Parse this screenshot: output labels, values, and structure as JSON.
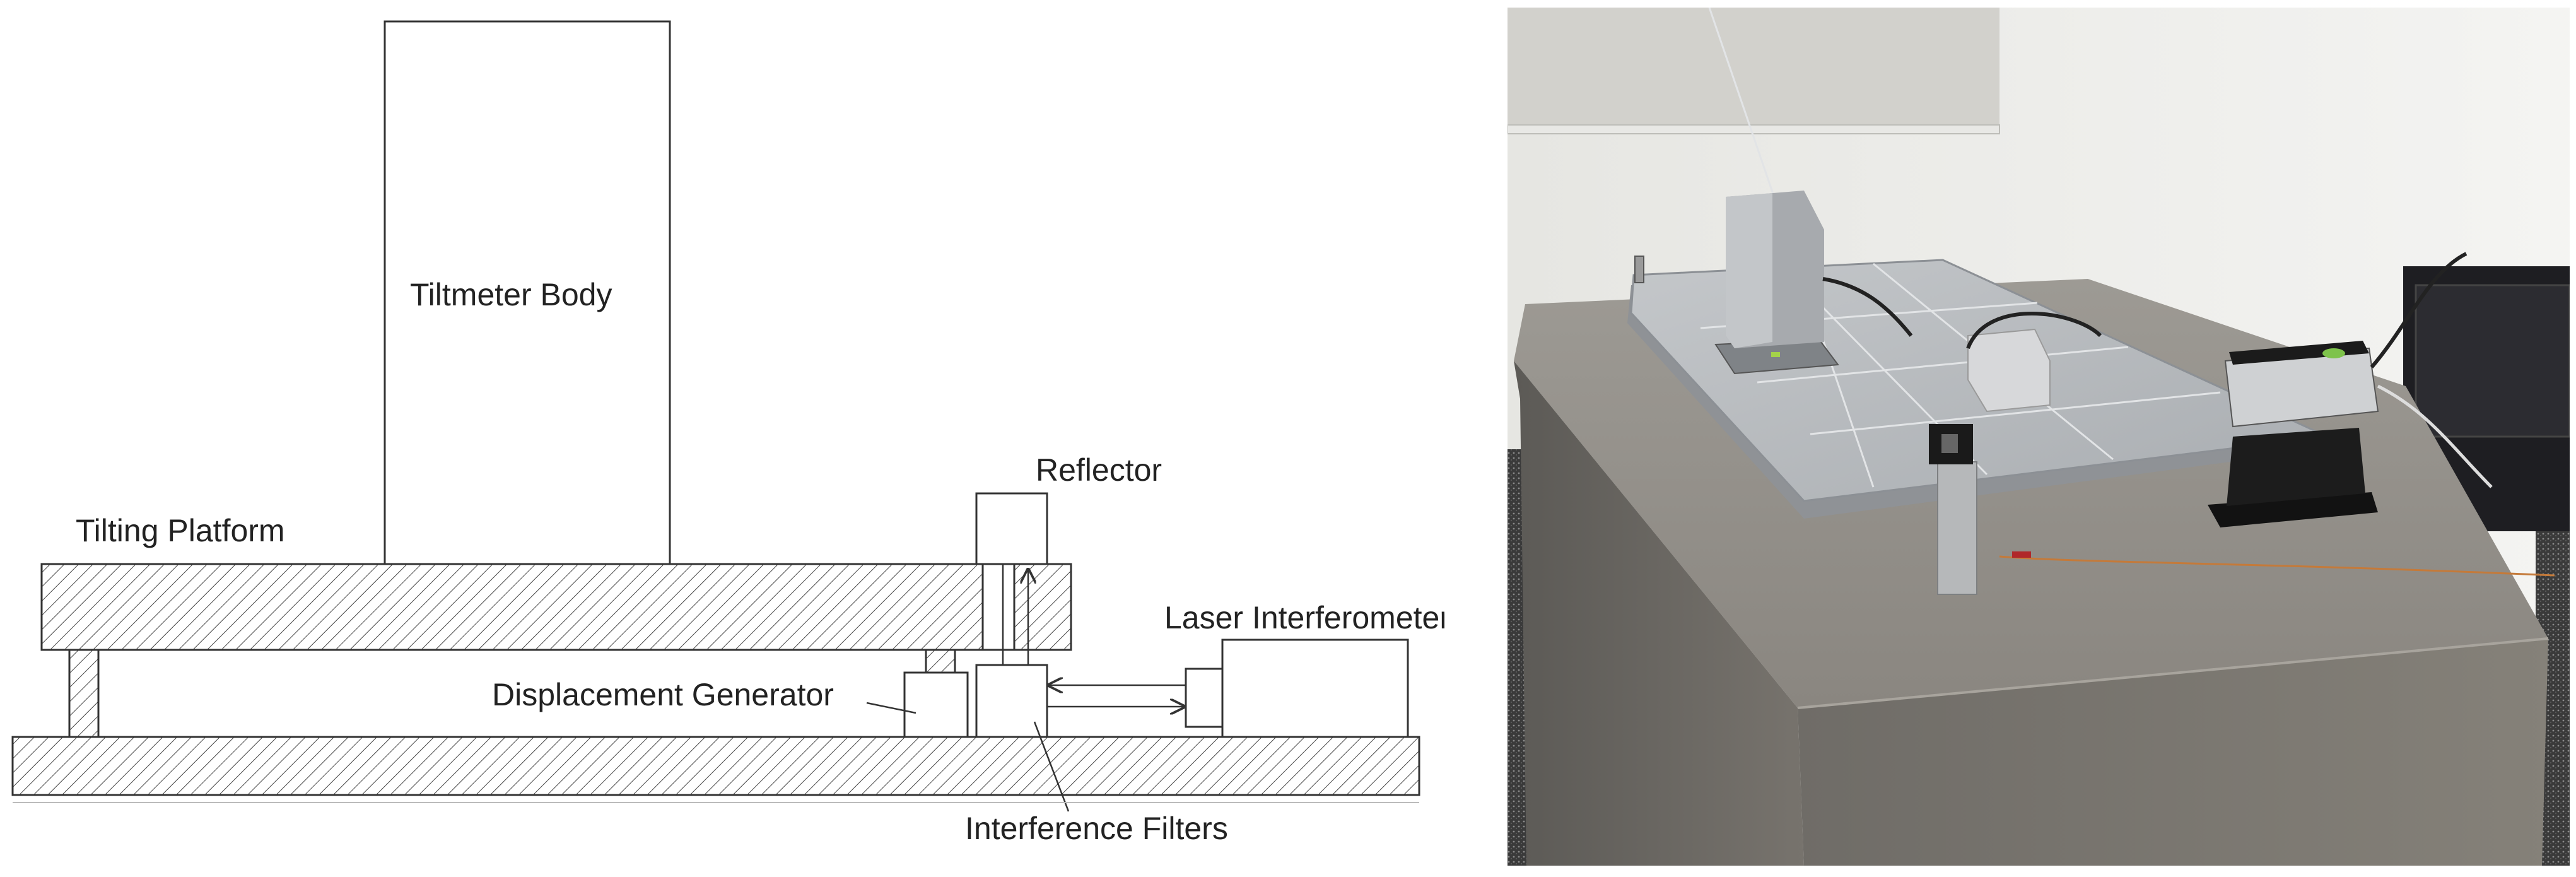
{
  "diagram": {
    "labels": {
      "tiltmeter_body": "Tiltmeter Body",
      "tilting_platform": "Tilting Platform",
      "reflector": "Reflector",
      "laser_interferometer": "Laser Interferometer",
      "displacement_generator": "Displacement Generator",
      "interference_filters": "Interference Filters"
    }
  },
  "photo": {
    "scene": "laboratory setup: tilting platform with tiltmeter on concrete pier, laser interferometer on lab jack"
  },
  "colors": {
    "line": "#333333",
    "concrete": "#8a8782",
    "aluminum": "#b9bcbf",
    "wall": "#eeeeec"
  }
}
